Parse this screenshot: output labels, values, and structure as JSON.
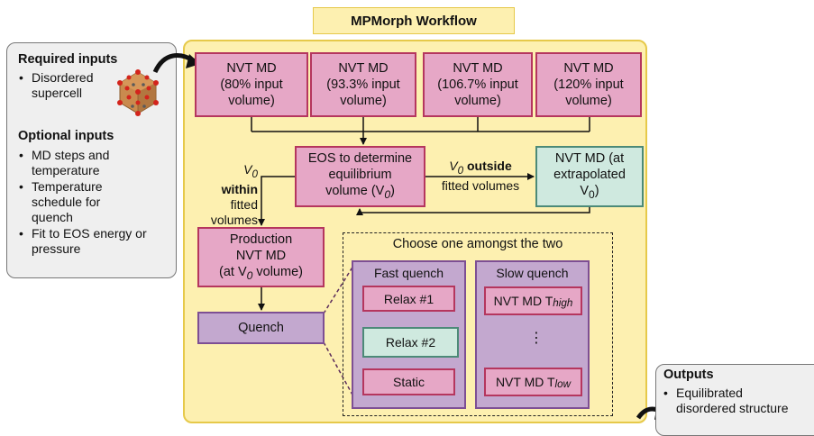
{
  "title": "MPMorph Workflow",
  "required_inputs": {
    "heading": "Required inputs",
    "item_line1": "Disordered",
    "item_line2": "supercell"
  },
  "optional_inputs": {
    "heading": "Optional inputs",
    "item1_line1": "MD steps and",
    "item1_line2": "temperature",
    "item2_line1": "Temperature",
    "item2_line2": "schedule for",
    "item2_line3": "quench",
    "item3_line1": "Fit to EOS energy or",
    "item3_line2": "pressure"
  },
  "nvt_boxes": [
    {
      "line1": "NVT MD",
      "line2": "(80% input",
      "line3": "volume)"
    },
    {
      "line1": "NVT MD",
      "line2": "(93.3% input",
      "line3": "volume)"
    },
    {
      "line1": "NVT MD",
      "line2": "(106.7% input",
      "line3": "volume)"
    },
    {
      "line1": "NVT MD",
      "line2": "(120% input",
      "line3": "volume)"
    }
  ],
  "eos": {
    "line1": "EOS to determine",
    "line2": "equilibrium",
    "line3_pre": "volume (V",
    "line3_sub": "0",
    "line3_post": ")"
  },
  "extrapolated": {
    "line1": "NVT MD (at",
    "line2": "extrapolated",
    "line3_pre": "V",
    "line3_sub": "0",
    "line3_post": ")"
  },
  "outside_label": {
    "v": "V",
    "sub": "0",
    "bold": " outside",
    "line2": "fitted volumes"
  },
  "within_label": {
    "v": "V",
    "sub": "0",
    "bold": " within",
    "line2": "fitted",
    "line3": "volumes"
  },
  "production": {
    "line1": "Production",
    "line2": "NVT MD",
    "line3_pre": "(at V",
    "line3_sub": "0",
    "line3_post": " volume)"
  },
  "quench": "Quench",
  "choose": "Choose one amongst the two",
  "fast": {
    "title": "Fast quench",
    "step1": "Relax #1",
    "step2": "Relax #2",
    "step3": "Static"
  },
  "slow": {
    "title": "Slow quench",
    "step1_pre": "NVT MD T",
    "step1_sub": "high",
    "ellipsis": "⋮",
    "step3_pre": "NVT MD T",
    "step3_sub": "low"
  },
  "outputs": {
    "heading": "Outputs",
    "line1": "Equilibrated",
    "line2": "disordered structure"
  },
  "colors": {
    "panel_fill": "#fdf0b0",
    "pink_box": "#e6a7c6",
    "teal_box": "#cfe9df",
    "purple_box": "#c3a8cf",
    "side_panel": "#efefef"
  },
  "icons": {
    "crystal": "crystal-structure-icon",
    "curved_arrow": "curved-arrow-icon"
  }
}
